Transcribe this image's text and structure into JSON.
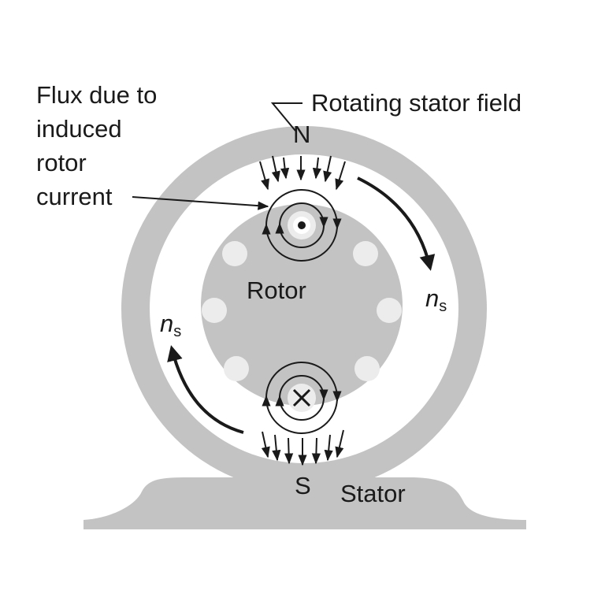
{
  "labels": {
    "flux_line1": "Flux due to",
    "flux_line2": "induced",
    "flux_line3": "rotor",
    "flux_line4": "current",
    "rotating_field": "Rotating stator field",
    "north": "N",
    "south": "S",
    "rotor": "Rotor",
    "stator": "Stator",
    "speed_symbol": "n",
    "speed_subscript": "s"
  },
  "colors": {
    "stator": "#c3c3c3",
    "rotor": "#c3c3c3",
    "rotor_slot": "#ececec",
    "lines": "#1a1a1a",
    "background": "#ffffff"
  },
  "conductors": {
    "top": "current out of page (dot)",
    "bottom": "current into page (cross)"
  }
}
